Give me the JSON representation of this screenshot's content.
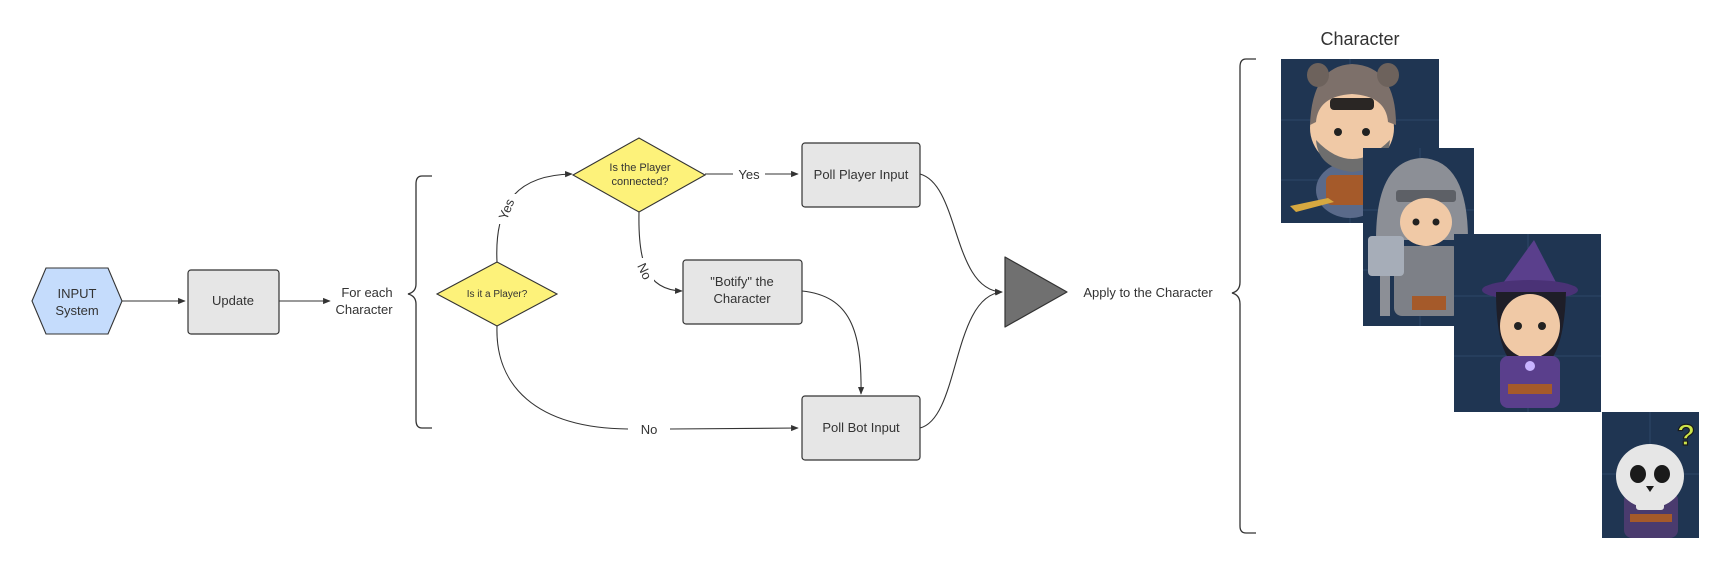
{
  "nodes": {
    "input_system": [
      "INPUT",
      "System"
    ],
    "update": "Update",
    "for_each": [
      "For each",
      "Character"
    ],
    "is_player": "Is it a Player?",
    "is_connected": [
      "Is the Player",
      "connected?"
    ],
    "poll_player": "Poll Player Input",
    "botify": [
      "\"Botify\" the",
      "Character"
    ],
    "poll_bot": "Poll Bot Input",
    "apply": "Apply to the Character"
  },
  "edges": {
    "yes_to_connected": "Yes",
    "yes_to_poll_player": "Yes",
    "no_to_botify": "No",
    "no_to_poll_bot": "No"
  },
  "character_panel": {
    "title": "Character",
    "portraits": [
      "bear-hood-character-icon",
      "knight-character-icon",
      "witch-character-icon",
      "skeleton-character-icon"
    ],
    "unknown_mark": "?"
  },
  "colors": {
    "hexagon_fill": "#c5dcfc",
    "decision_fill": "#fdf27a",
    "process_fill": "#e6e6e6",
    "merge_fill": "#707070",
    "portrait_bg": "#1f3552"
  }
}
